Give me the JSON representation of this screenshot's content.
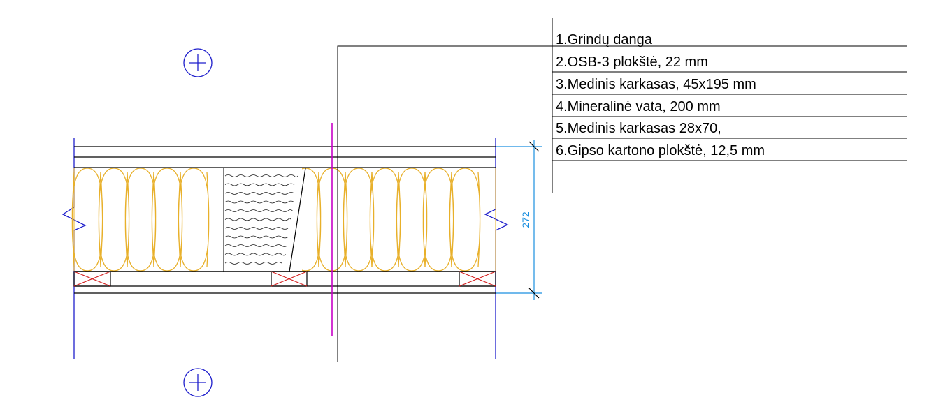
{
  "legend": {
    "items": [
      "1.Grindų danga",
      "2.OSB-3 plokštė, 22 mm",
      "3.Medinis karkasas, 45x195 mm",
      "4.Mineralinė vata, 200 mm",
      "5.Medinis karkasas 28x70,",
      "6.Gipso kartono plokštė, 12,5 mm"
    ]
  },
  "dimension": {
    "value": "272"
  },
  "colors": {
    "line": "#000000",
    "axis": "#1f1fcc",
    "dimension": "#1a8fe0",
    "insulation": "#e8b02a",
    "timber_cross": "#d42020",
    "section_cut": "#c800c8"
  }
}
